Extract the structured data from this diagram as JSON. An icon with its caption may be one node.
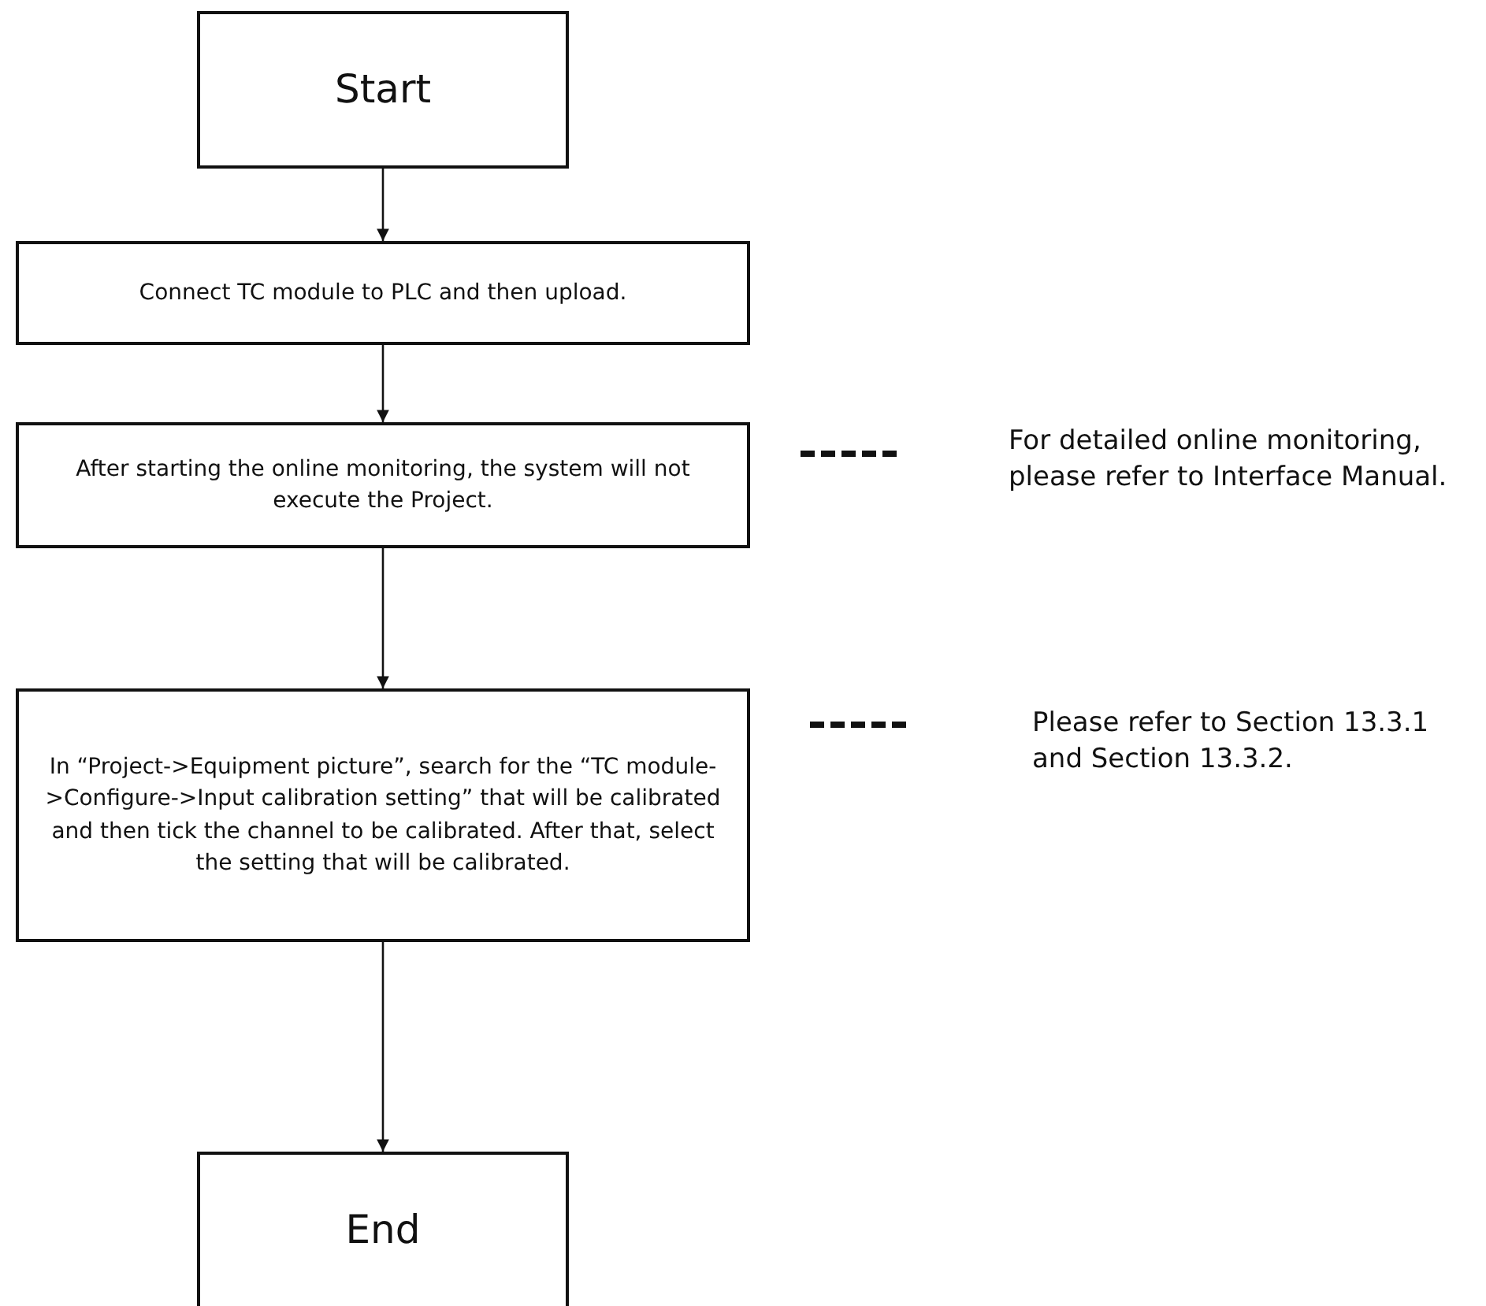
{
  "diagram": {
    "nodes": [
      {
        "text": [
          "Start"
        ]
      },
      {
        "text": [
          "Connect TC module to PLC and then upload."
        ]
      },
      {
        "text": [
          "After starting the online monitoring, the system will not execute the Project."
        ]
      },
      {
        "text": [
          "In “Project->Equipment picture”, search for the “TC module->Configure->Input calibration setting” that will be calibrated and then tick the channel to be calibrated. After that, select the setting that will be calibrated."
        ]
      },
      {
        "text": [
          "End"
        ]
      }
    ],
    "edges": [
      {
        "from": 0,
        "to": 1,
        "arrow": "to"
      },
      {
        "from": 1,
        "to": 2,
        "arrow": "to"
      },
      {
        "from": 2,
        "to": 3,
        "arrow": "to"
      },
      {
        "from": 3,
        "to": 4,
        "arrow": "to"
      }
    ],
    "labels": [
      "For detailed online monitoring, please refer to Interface Manual.",
      "Please refer to Section 13.3.1 and Section 13.3.2."
    ]
  }
}
